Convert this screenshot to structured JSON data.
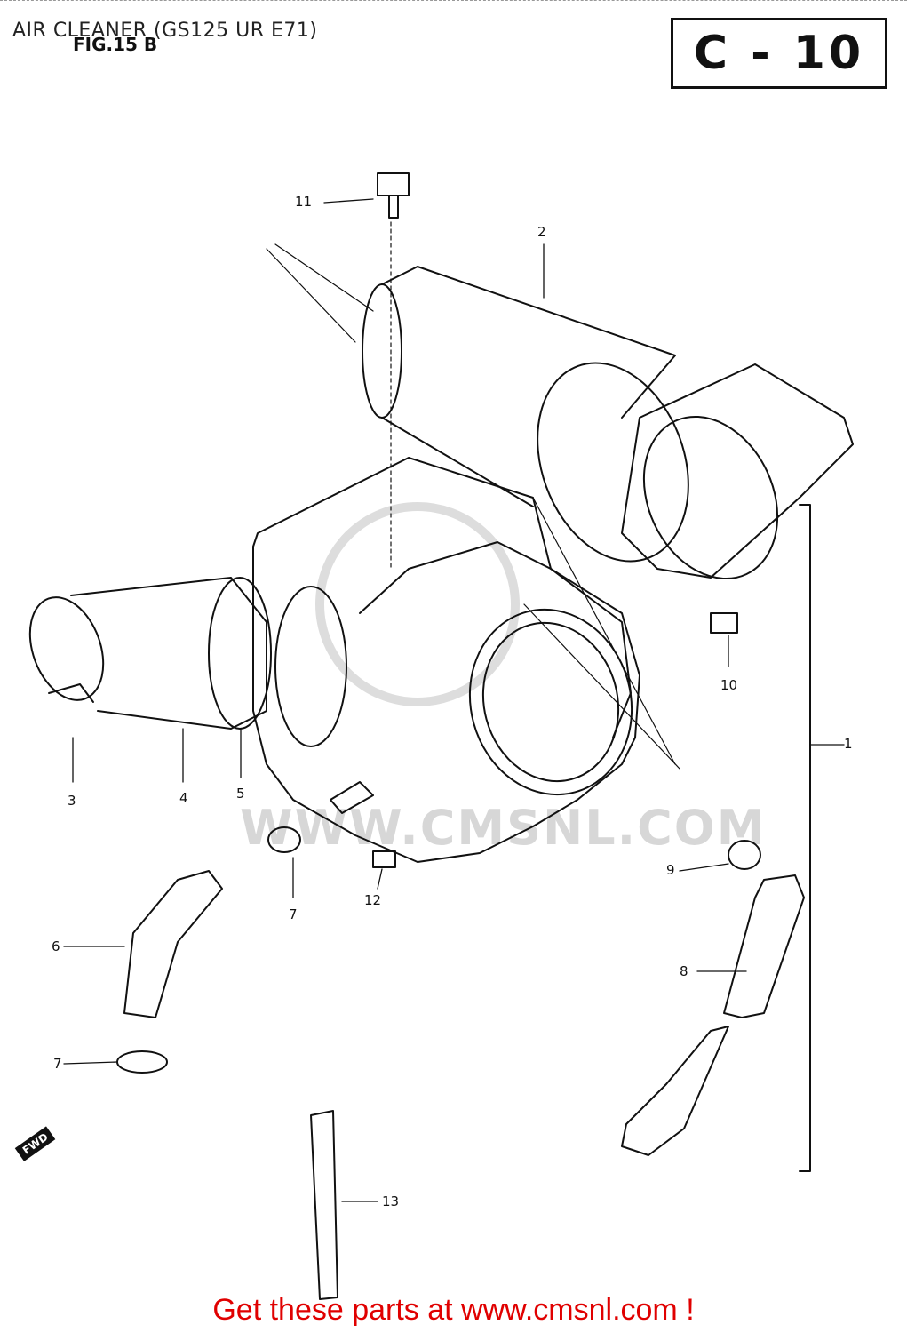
{
  "header": {
    "title": "AIR CLEANER (GS125 UR E71)",
    "figure": "FIG.15",
    "figure_suffix": "B",
    "code": "C - 10"
  },
  "watermark": "WWW.CMSNL.COM",
  "direction_marker": "FWD",
  "callouts": [
    {
      "id": "1",
      "label": "1"
    },
    {
      "id": "2",
      "label": "2"
    },
    {
      "id": "3",
      "label": "3"
    },
    {
      "id": "4",
      "label": "4"
    },
    {
      "id": "5",
      "label": "5"
    },
    {
      "id": "6",
      "label": "6"
    },
    {
      "id": "7a",
      "label": "7"
    },
    {
      "id": "7b",
      "label": "7"
    },
    {
      "id": "8",
      "label": "8"
    },
    {
      "id": "9",
      "label": "9"
    },
    {
      "id": "10",
      "label": "10"
    },
    {
      "id": "11",
      "label": "11"
    },
    {
      "id": "12",
      "label": "12"
    },
    {
      "id": "13",
      "label": "13"
    }
  ],
  "footer": {
    "text": "Get these parts at www.cmsnl.com !"
  }
}
